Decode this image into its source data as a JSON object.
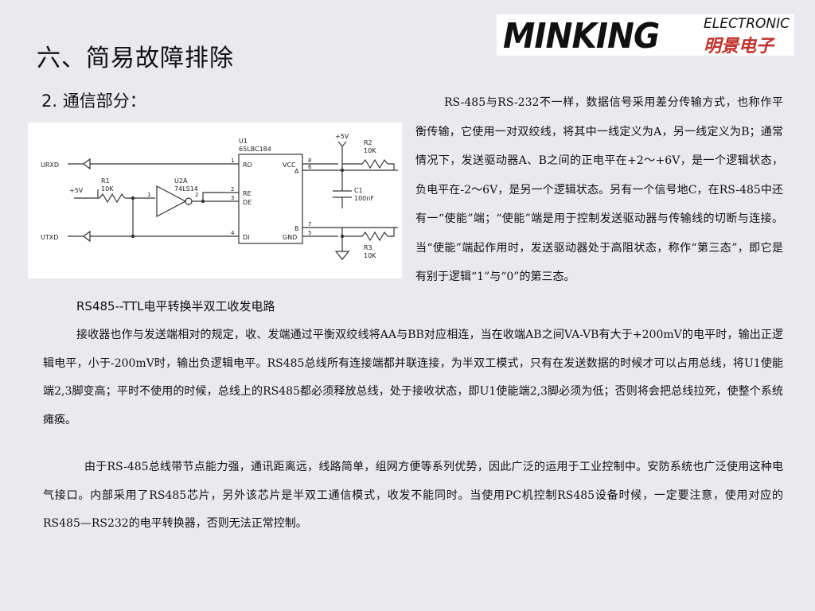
{
  "slide": {
    "title": "六、简易故障排除",
    "section_heading": "2. 通信部分：",
    "circuit_caption": "RS485--TTL电平转换半双工收发电路"
  },
  "logo": {
    "brand": "MINKING",
    "tag": "ELECTRONIC",
    "chinese": "明景电子",
    "accent_color": "#c0302a"
  },
  "circuit": {
    "chip_ref": "U1",
    "chip_model": "65LBC184",
    "pins_left": [
      "RO",
      "RE",
      "DE",
      "DI"
    ],
    "pins_left_numbers": [
      "1",
      "2",
      "3",
      "4"
    ],
    "pins_right": [
      "VCC",
      "A",
      "B",
      "GND"
    ],
    "pins_right_numbers": [
      "8",
      "6",
      "7",
      "5"
    ],
    "net_urxd": "URXD",
    "net_utxd": "UTXD",
    "supply_left": "+5V",
    "supply_top": "+5V",
    "r1_ref": "R1",
    "r1_val": "10K",
    "r2_ref": "R2",
    "r2_val": "10K",
    "r3_ref": "R3",
    "r3_val": "10K",
    "c1_ref": "C1",
    "c1_val": "100nF",
    "gate_ref": "U2A",
    "gate_model": "74LS14",
    "gate_in": "1",
    "gate_out": "2"
  },
  "paragraphs": {
    "right": "RS-485与RS-232不一样，数据信号采用差分传输方式，也称作平衡传输，它使用一对双绞线，将其中一线定义为A，另一线定义为B；通常情况下，发送驱动器A、B之间的正电平在+2～+6V，是一个逻辑状态，负电平在-2～6V，是另一个逻辑状态。另有一个信号地C，在RS-485中还有一“使能”端；“使能”端是用于控制发送驱动器与传输线的切断与连接。当“使能”端起作用时，发送驱动器处于高阻状态，称作“第三态”，即它是有别于逻辑“1”与“0”的第三态。",
    "receiver": "接收器也作与发送端相对的规定，收、发端通过平衡双绞线将AA与BB对应相连，当在收端AB之间VA-VB有大于+200mV的电平时，输出正逻辑电平，小于-200mV时，输出负逻辑电平。RS485总线所有连接端都并联连接，为半双工模式，只有在发送数据的时候才可以占用总线，将U1使能端2,3脚变高；平时不使用的时候，总线上的RS485都必须释放总线，处于接收状态，即U1使能端2,3脚必须为低；否则将会把总线拉死，使整个系统瘫痪。",
    "application": "由于RS-485总线带节点能力强，通讯距离远，线路简单，组网方便等系列优势，因此广泛的运用于工业控制中。安防系统也广泛使用这种电气接口。内部采用了RS485芯片，另外该芯片是半双工通信模式，收发不能同时。当使用PC机控制RS485设备时候，一定要注意，使用对应的RS485—RS232的电平转换器，否则无法正常控制。"
  }
}
